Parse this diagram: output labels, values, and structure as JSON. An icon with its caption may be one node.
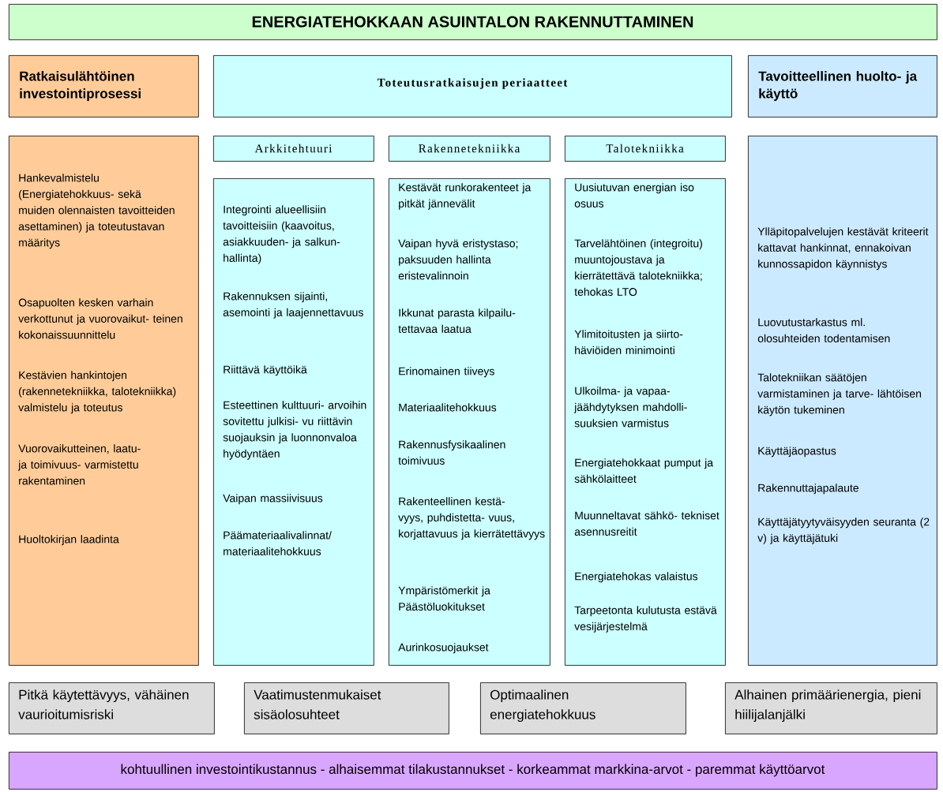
{
  "diagram": {
    "nodes": [
      {
        "text": [
          "ENERGIATEHOKKAAN ASUINTALON RAKENNUTTAMINEN"
        ]
      },
      {
        "text": [
          "Ratkaisulähtöinen investointiprosessi"
        ]
      },
      {
        "text": [
          "Toteutusratkaisujen periaatteet"
        ]
      },
      {
        "text": [
          "Tavoitteellinen huolto- ja käyttö"
        ]
      },
      {
        "text": [
          "Hankevalmistelu (Energiatehokkuus- sekä muiden olennaisten tavoitteiden asettaminen) ja toteutustavan määritys",
          "Osapuolten kesken varhain verkottunut ja vuorovaikut- teinen kokonaissuunnittelu",
          "Kestävien hankintojen (rakennetekniikka, talotekniikka) valmistelu ja toteutus",
          "Vuorovaikutteinen, laatu- ja toimivuus- varmistettu rakentaminen",
          "Huoltokirjan laadinta"
        ]
      },
      {
        "text": [
          "Arkkitehtuuri"
        ]
      },
      {
        "text": [
          "Rakennetekniikka"
        ]
      },
      {
        "text": [
          "Talotekniikka"
        ]
      },
      {
        "text": [
          "Integrointi alueellisiin tavoitteisiin (kaavoitus, asiakkuuden- ja salkun- hallinta)",
          "Rakennuksen sijainti, asemointi ja laajennettavuus",
          "Riittävä käyttöikä",
          "Esteettinen kulttuuri- arvoihin sovitettu julkisi- vu riittävin suojauksin ja luonnonvaloa hyödyntäen",
          "Vaipan massiivisuus",
          "Päämateriaalivalinnat/ materiaalitehokkuus"
        ]
      },
      {
        "text": [
          "Kestävät runkorakenteet ja pitkät jännevälit",
          "Vaipan hyvä eristystaso; paksuuden hallinta eristevalinnoin",
          "Ikkunat parasta kilpailu- tettavaa laatua",
          "Erinomainen tiiveys",
          "Materiaalitehokkuus",
          "Rakennusfysikaalinen toimivuus",
          "Rakenteellinen kestä- vyys, puhdistetta- vuus, korjattavuus ja kierrätettävyys",
          "Ympäristömerkit ja Päästöluokitukset",
          "Aurinkosuojaukset"
        ]
      },
      {
        "text": [
          "Uusiutuvan energian iso osuus",
          "Tarvelähtöinen (integroitu) muuntojoustava ja kierrätettävä talotekniikka; tehokas LTO",
          "Ylimitoitusten ja siirto- häviöiden minimointi",
          "Ulkoilma- ja vapaa- jäähdytyksen mahdolli- suuksien varmistus",
          "Energiatehokkaat pumput ja sähkölaitteet",
          "Muunneltavat sähkö- tekniset asennusreitit",
          "Energiatehokas valaistus",
          "Tarpeetonta kulutusta estävä vesijärjestelmä"
        ]
      },
      {
        "text": [
          "Ylläpitopalvelujen kestävät kriteerit kattavat hankinnat, ennakoivan kunnossapidon käynnistys",
          "Luovutustarkastus ml. olosuhteiden todentamisen",
          "Talotekniikan säätöjen varmistaminen ja tarve- lähtöisen käytön tukeminen",
          "Käyttäjäopastus",
          "Rakennuttajapalaute",
          "Käyttäjätyytyväisyyden seuranta (2 v) ja käyttäjätuki"
        ]
      },
      {
        "text": [
          "Pitkä käytettävyys, vähäinen vaurioitumisriski"
        ]
      },
      {
        "text": [
          "Vaatimustenmukaiset sisäolosuhteet"
        ]
      },
      {
        "text": [
          "Optimaalinen energiatehokkuus"
        ]
      },
      {
        "text": [
          "Alhainen primäärienergia, pieni hiilijalanjälki"
        ]
      },
      {
        "text": [
          "kohtuullinen investointikustannus  -  alhaisemmat tilakustannukset  -  korkeammat markkina-arvot - paremmat käyttöarvot"
        ]
      }
    ]
  }
}
